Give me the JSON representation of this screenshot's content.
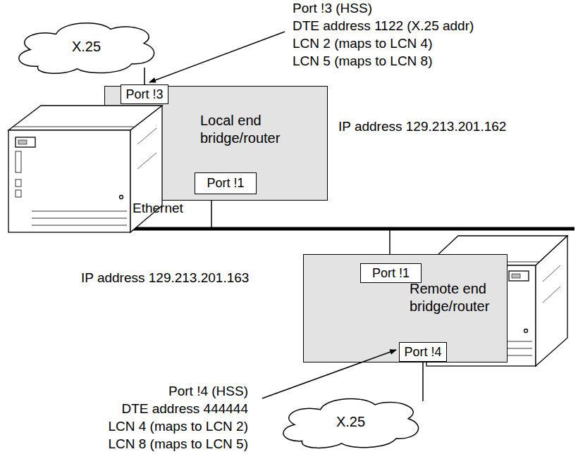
{
  "diagram": {
    "nodes": [
      {
        "text": [
          "X.25"
        ]
      },
      {
        "text": [
          "Local end bridge/router"
        ]
      },
      {
        "text": [
          "Port !3"
        ],
        "in": 1
      },
      {
        "text": [
          "Port !1"
        ],
        "in": 1
      },
      {
        "text": [
          "Remote end bridge/router"
        ]
      },
      {
        "text": [
          "Port !1"
        ],
        "in": 4
      },
      {
        "text": [
          "Port !4"
        ],
        "in": 4
      },
      {
        "text": [
          "X.25"
        ]
      }
    ],
    "edges": [
      {
        "from": 0,
        "to": 2,
        "arrow": "none"
      },
      {
        "from": 6,
        "to": 7,
        "arrow": "none"
      }
    ],
    "labels": [
      "Port !3 (HSS)",
      "DTE address 1122 (X.25 addr)",
      "LCN 2 (maps to LCN 4)",
      "LCN 5 (maps to LCN 8)",
      "IP address 129.213.201.162",
      "Ethernet",
      "IP address 129.213.201.163",
      "Port !4 (HSS)",
      "DTE address 444444",
      "LCN 4 (maps to LCN 2)",
      "LCN 8 (maps to LCN 5)"
    ]
  }
}
